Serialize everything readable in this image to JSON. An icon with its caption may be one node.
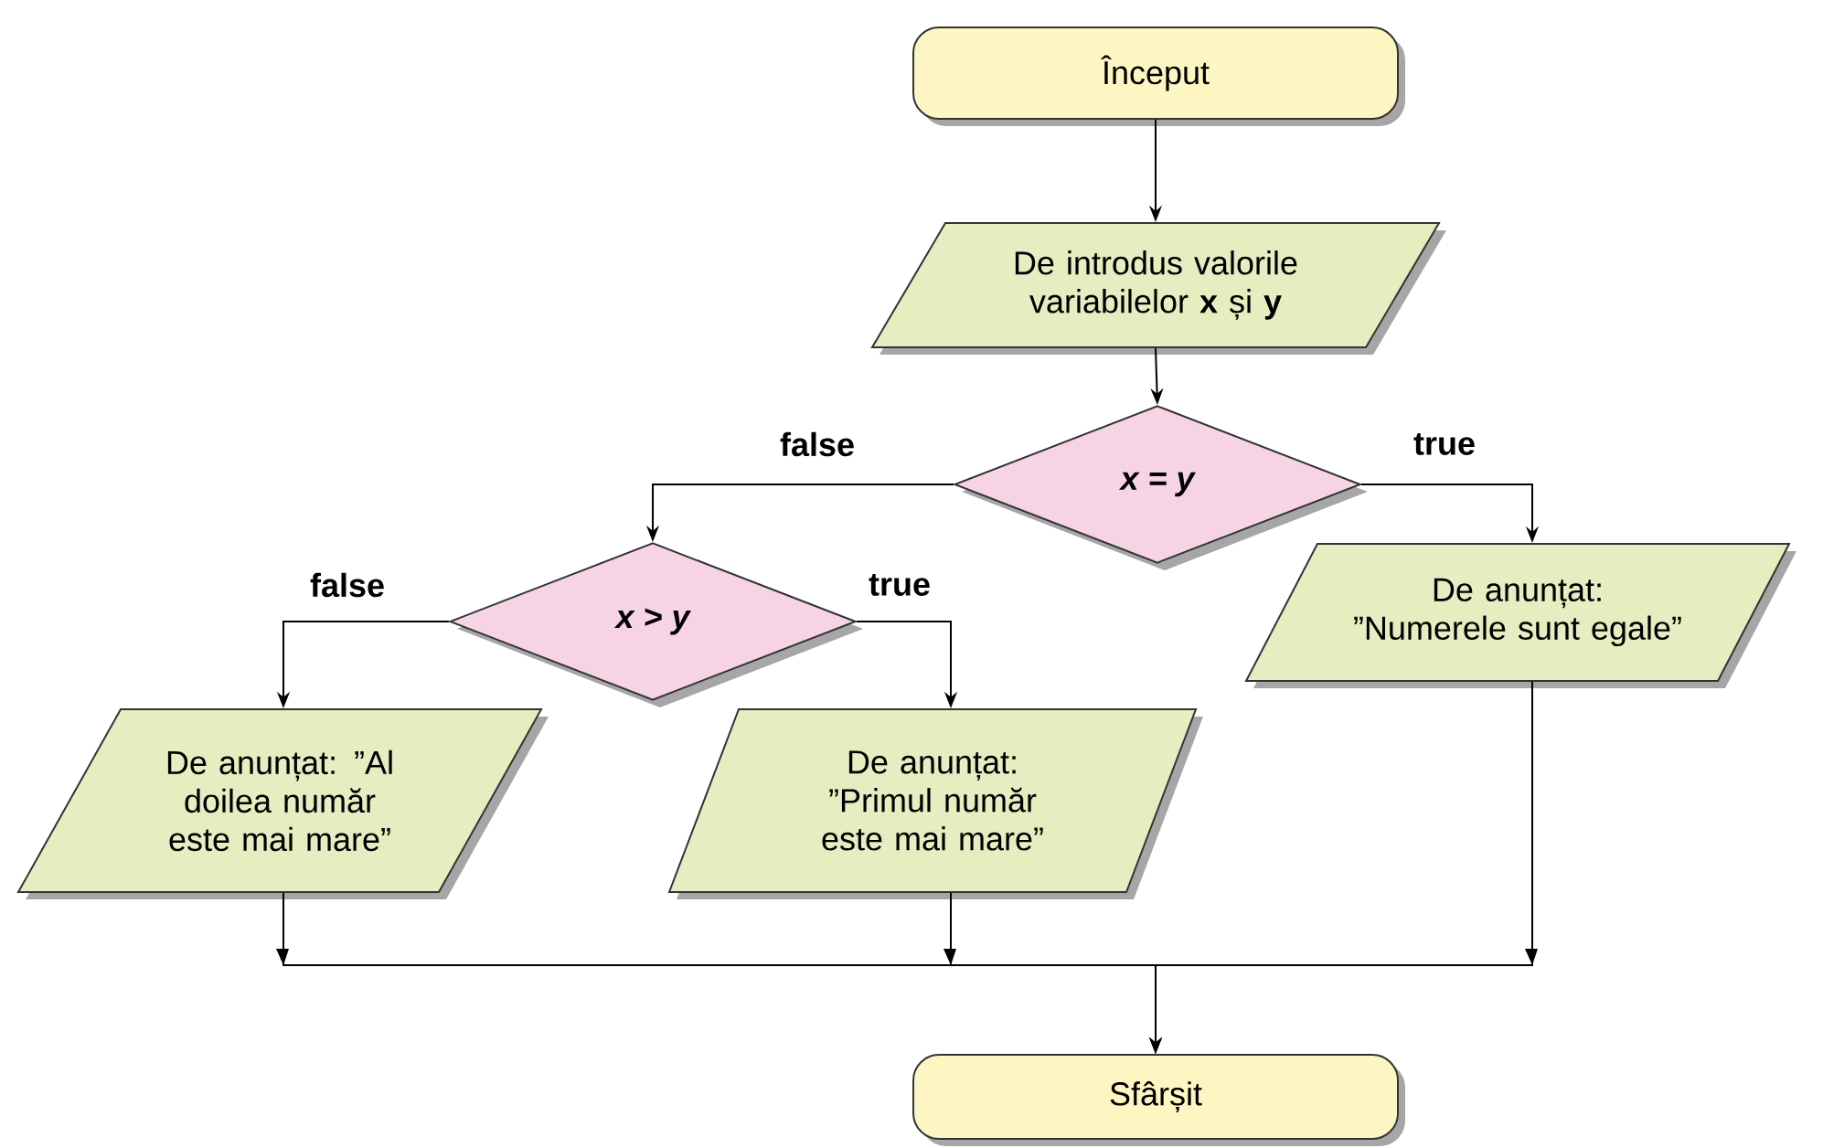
{
  "diagram": {
    "nodes": [
      {
        "text": [
          "Început"
        ]
      },
      {
        "text": [
          "De introdus valorile variabilelor **x** și **y**"
        ]
      },
      {
        "text": [
          "x = y"
        ]
      },
      {
        "text": [
          "x > y"
        ]
      },
      {
        "text": [
          "De anunțat: ”Al doilea număr este mai mare”"
        ]
      },
      {
        "text": [
          "De anunțat: ”Primul număr este mai mare”"
        ]
      },
      {
        "text": [
          "De anunțat: ”Numerele sunt egale”"
        ]
      },
      {
        "text": [
          "Sfârșit"
        ]
      }
    ],
    "edges": [
      {
        "from": 0,
        "to": 1,
        "arrow": "to"
      },
      {
        "from": 1,
        "to": 2,
        "arrow": "to"
      },
      {
        "from": 2,
        "to": 3,
        "arrow": "to",
        "label": "false"
      },
      {
        "from": 2,
        "to": 6,
        "arrow": "to",
        "label": "true"
      },
      {
        "from": 3,
        "to": 4,
        "arrow": "to",
        "label": "false"
      },
      {
        "from": 3,
        "to": 5,
        "arrow": "to",
        "label": "true"
      },
      {
        "from": 4,
        "to": 7,
        "arrow": "to"
      },
      {
        "from": 5,
        "to": 7,
        "arrow": "to"
      },
      {
        "from": 6,
        "to": 7,
        "arrow": "to"
      }
    ]
  }
}
